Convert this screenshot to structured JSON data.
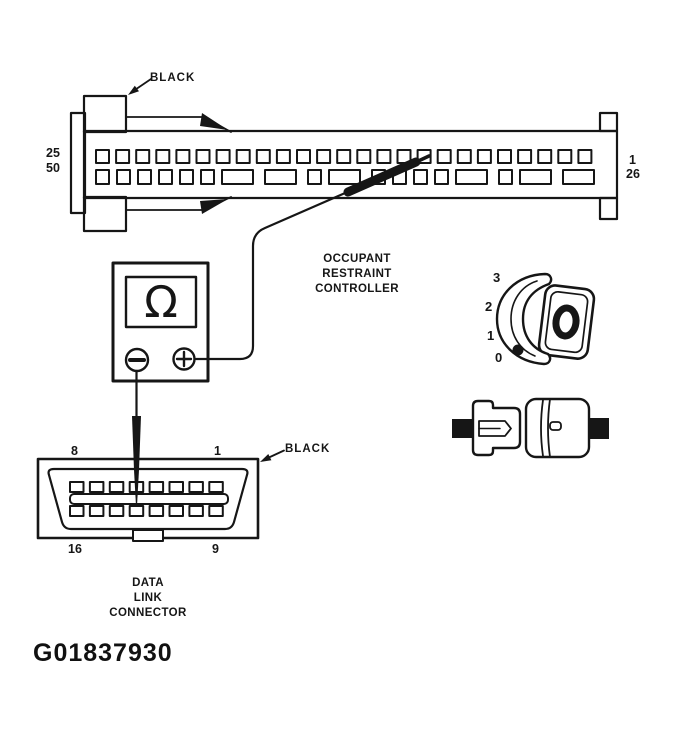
{
  "colors": {
    "ink": "#161616",
    "background": "#ffffff"
  },
  "orc_connector": {
    "color_label": "BLACK",
    "pin_label_top_left": "25",
    "pin_label_bottom_left": "50",
    "pin_label_top_right": "1",
    "pin_label_bottom_right": "26",
    "top_row_pin_count": 25,
    "bottom_row_pattern": [
      "s",
      "s",
      "s",
      "s",
      "s",
      "s",
      "w",
      "w",
      "s",
      "w",
      "s",
      "s",
      "s",
      "s",
      "w",
      "s",
      "w",
      "w"
    ],
    "caption": {
      "line1": "OCCUPANT",
      "line2": "RESTRAINT",
      "line3": "CONTROLLER"
    }
  },
  "meter": {
    "display_symbol": "Ω"
  },
  "ignition_switch": {
    "positions": {
      "p3": "3",
      "p2": "2",
      "p1": "1",
      "p0": "0"
    },
    "selected": "0"
  },
  "data_link_connector": {
    "color_label": "BLACK",
    "pin_label_top_left": "8",
    "pin_label_top_right": "1",
    "pin_label_bottom_left": "16",
    "pin_label_bottom_right": "9",
    "pins_per_row": 8,
    "caption": {
      "line1": "DATA",
      "line2": "LINK",
      "line3": "CONNECTOR"
    }
  },
  "figure_id": "G01837930"
}
